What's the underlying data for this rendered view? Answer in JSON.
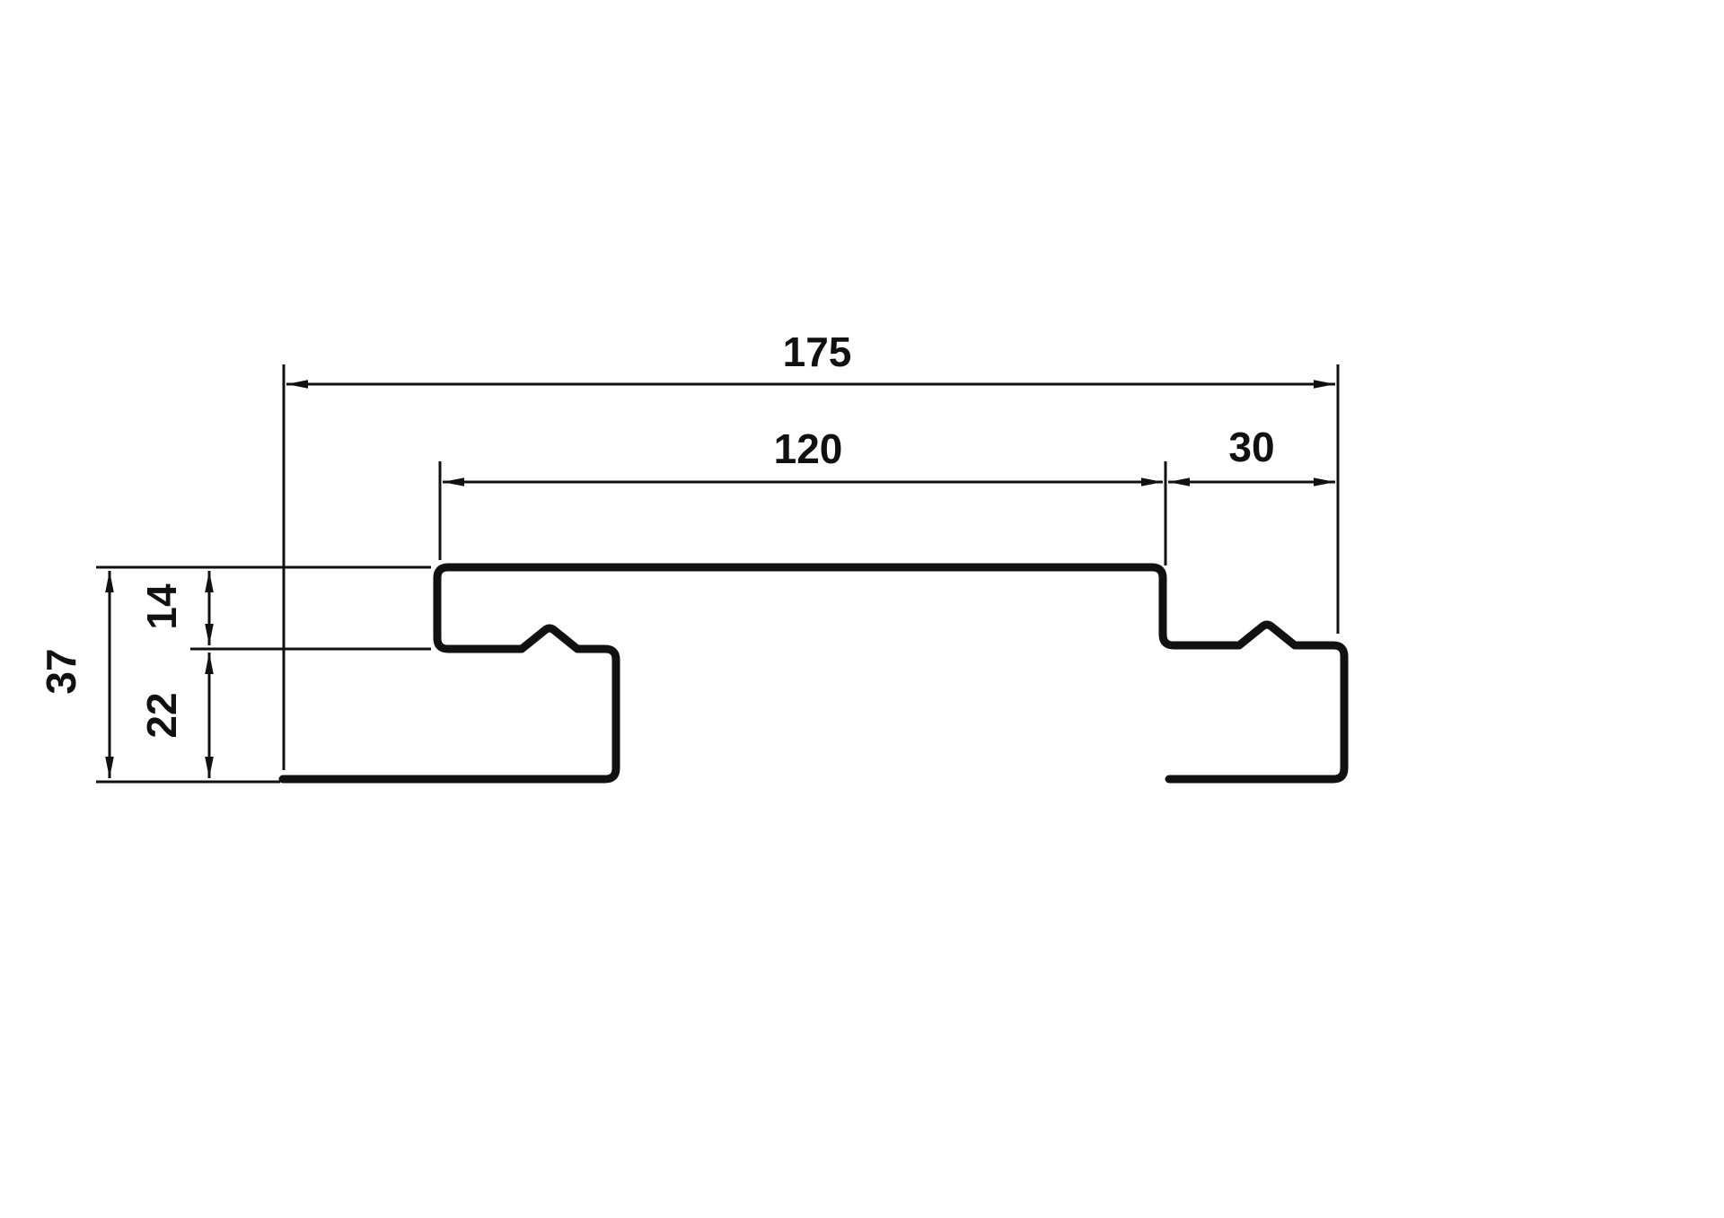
{
  "drawing": {
    "kind": "profile-cross-section",
    "background_color": "#ffffff",
    "stroke_color": "#111111",
    "dimensions": {
      "overall_width": {
        "label": "175",
        "value": 175,
        "axis": "horizontal"
      },
      "top_face_width": {
        "label": "120",
        "value": 120,
        "axis": "horizontal"
      },
      "side_tab_width": {
        "label": "30",
        "value": 30,
        "axis": "horizontal"
      },
      "overall_depth": {
        "label": "37",
        "value": 37,
        "axis": "vertical"
      },
      "upper_step_depth": {
        "label": "14",
        "value": 14,
        "axis": "vertical"
      },
      "lower_step_depth": {
        "label": "22",
        "value": 22,
        "axis": "vertical"
      }
    }
  }
}
